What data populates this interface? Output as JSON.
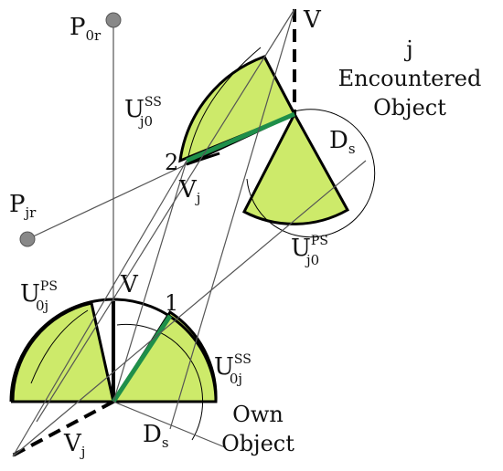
{
  "colors": {
    "sector_fill": "#cdea6a",
    "green_line": "#1f8f4a",
    "ink": "#000000",
    "thin_line": "#555555",
    "point": "#888888"
  },
  "labels": {
    "p0r": {
      "main": "P",
      "sub": "0r"
    },
    "pjr": {
      "main": "P",
      "sub": "jr"
    },
    "v_top": "V",
    "v_bottom": "V",
    "uss_j0": {
      "main": "U",
      "sup": "SS",
      "sub": "j0"
    },
    "ups_j0": {
      "main": "U",
      "sup": "PS",
      "sub": "j0"
    },
    "ups_0j": {
      "main": "U",
      "sup": "PS",
      "sub": "0j"
    },
    "uss_0j": {
      "main": "U",
      "sup": "SS",
      "sub": "0j"
    },
    "vj_top": {
      "main": "V",
      "sub": "j"
    },
    "vj_bottom": {
      "main": "V",
      "sub": "j"
    },
    "ds_top": {
      "main": "D",
      "sub": "s"
    },
    "ds_bottom": {
      "main": "D",
      "sub": "s"
    },
    "point_1": "1",
    "point_2": "2",
    "encountered": [
      "j",
      "Encountered",
      "Object"
    ],
    "own": [
      "Own",
      "Object"
    ]
  }
}
